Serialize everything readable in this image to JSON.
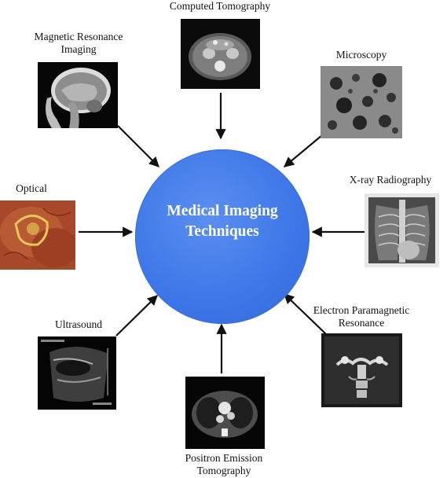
{
  "hub": {
    "title_line1": "Medical Imaging",
    "title_line2": "Techniques",
    "color": "#4079e9"
  },
  "techniques": {
    "computed_tomography": {
      "label": "Computed Tomography"
    },
    "magnetic_resonance": {
      "label_line1": "Magnetic Resonance",
      "label_line2": "Imaging"
    },
    "microscopy": {
      "label": "Microscopy"
    },
    "optical": {
      "label": "Optical"
    },
    "xray": {
      "label": "X-ray Radiography"
    },
    "ultrasound": {
      "label": "Ultrasound"
    },
    "epr": {
      "label_line1": "Electron Paramagnetic",
      "label_line2": "Resonance"
    },
    "pet": {
      "label_line1": "Positron Emission",
      "label_line2": "Tomography"
    }
  },
  "arrow_color": "#111111"
}
